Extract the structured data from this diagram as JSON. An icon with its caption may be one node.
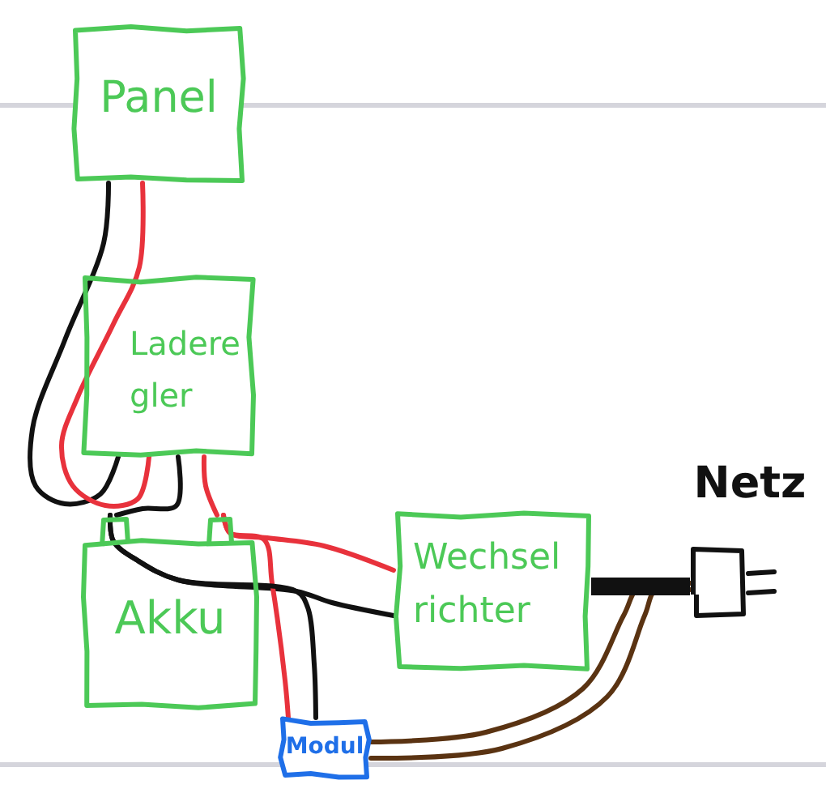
{
  "diagram": {
    "nodes": [
      {
        "text": [
          "Panel"
        ]
      },
      {
        "text": [
          "Laderegler"
        ]
      },
      {
        "text": [
          "Akku"
        ]
      },
      {
        "text": [
          "Wechselrichter"
        ]
      },
      {
        "text": [
          "Netz"
        ]
      },
      {
        "text": [
          "Modul"
        ]
      }
    ],
    "edges": [
      {
        "from": 0,
        "to": 1,
        "arrow": "none"
      },
      {
        "from": 0,
        "to": 1,
        "arrow": "none",
        "color": "#e8323c"
      },
      {
        "from": 1,
        "to": 2,
        "arrow": "none"
      },
      {
        "from": 1,
        "to": 2,
        "arrow": "none",
        "color": "#e8323c"
      },
      {
        "from": 2,
        "to": 3,
        "arrow": "none",
        "color": "#e8323c"
      },
      {
        "from": 2,
        "to": 3,
        "arrow": "none"
      },
      {
        "from": 2,
        "to": 5,
        "arrow": "none",
        "color": "#e8323c"
      },
      {
        "from": 2,
        "to": 5,
        "arrow": "none"
      },
      {
        "from": 3,
        "to": 4,
        "arrow": "none",
        "style": "thick"
      },
      {
        "from": 5,
        "to": 4,
        "arrow": "none",
        "color": "#5a3312"
      },
      {
        "from": 5,
        "to": 4,
        "arrow": "none",
        "color": "#5a3312"
      }
    ]
  }
}
